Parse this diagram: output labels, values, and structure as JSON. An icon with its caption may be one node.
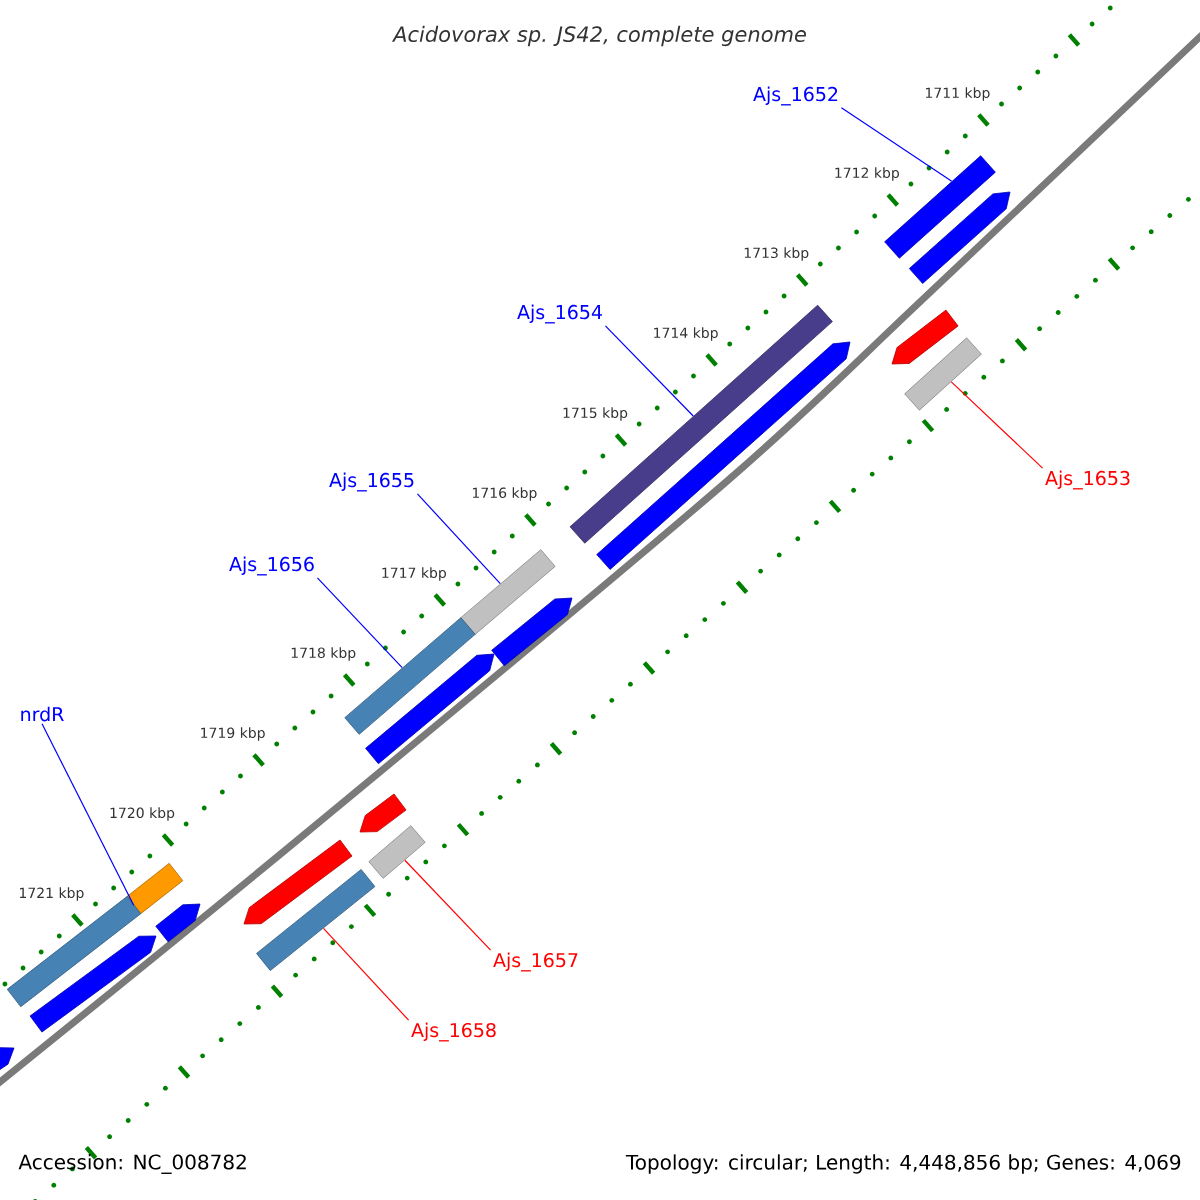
{
  "diagram": {
    "title": "Acidovorax sp. JS42, complete genome",
    "nodes": [
      {
        "text": [
          "Ajs_1652"
        ]
      },
      {
        "text": [
          "Ajs_1654"
        ]
      },
      {
        "text": [
          "Ajs_1655"
        ]
      },
      {
        "text": [
          "Ajs_1653"
        ]
      },
      {
        "text": [
          "Ajs_1656"
        ]
      },
      {
        "text": [
          "nrdR"
        ]
      },
      {
        "text": [
          "Ajs_1657"
        ]
      },
      {
        "text": [
          "Ajs_1658"
        ]
      },
      {
        "text": [],
        "shape": "bar"
      },
      {
        "text": [],
        "shape": "bar"
      },
      {
        "text": [],
        "shape": "bar"
      },
      {
        "text": [],
        "shape": "bar"
      },
      {
        "text": [],
        "shape": "bar"
      },
      {
        "text": [],
        "shape": "bar"
      },
      {
        "text": [],
        "shape": "bar"
      },
      {
        "text": [],
        "shape": "bar"
      },
      {
        "text": [],
        "shape": "arrow"
      },
      {
        "text": [],
        "shape": "arrow"
      },
      {
        "text": [],
        "shape": "arrow"
      },
      {
        "text": [],
        "shape": "arrow"
      },
      {
        "text": [],
        "shape": "bar"
      },
      {
        "text": [],
        "shape": "arrow"
      },
      {
        "text": [],
        "shape": "arrow"
      },
      {
        "text": [],
        "shape": "arrow"
      },
      {
        "text": [],
        "shape": "arrow"
      },
      {
        "text": [],
        "shape": "arrow"
      },
      {
        "text": [],
        "shape": "arrow"
      }
    ],
    "edges": [
      {
        "from": 0,
        "to": 8,
        "arrow": "none"
      },
      {
        "from": 1,
        "to": 9,
        "arrow": "none"
      },
      {
        "from": 2,
        "to": 10,
        "arrow": "none"
      },
      {
        "from": 3,
        "to": 11,
        "arrow": "none",
        "color": "#ff0000"
      },
      {
        "from": 4,
        "to": 12,
        "arrow": "none"
      },
      {
        "from": 5,
        "to": 13,
        "arrow": "none"
      },
      {
        "from": 6,
        "to": 14,
        "arrow": "none",
        "color": "#ff0000"
      },
      {
        "from": 7,
        "to": 15,
        "arrow": "none",
        "color": "#ff0000"
      }
    ],
    "labels": [
      "1711 kbp",
      "1712 kbp",
      "1713 kbp",
      "1714 kbp",
      "1715 kbp",
      "1716 kbp",
      "1717 kbp",
      "1718 kbp",
      "1719 kbp",
      "1720 kbp",
      "1721 kbp",
      "Accession: NC_008782",
      "Topology: circular; Length: 4,448,856 bp; Genes: 4,069"
    ]
  }
}
